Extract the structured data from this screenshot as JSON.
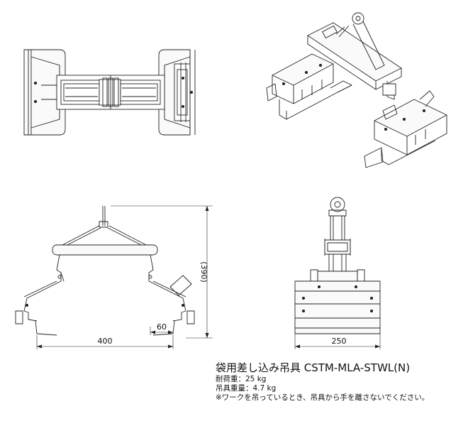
{
  "dimensions": {
    "height": "(390)",
    "span": "400",
    "offset": "60",
    "width": "250"
  },
  "product": {
    "title": "袋用差し込み吊具 CSTM-MLA-STWL(N)",
    "load_line": "耐荷重：25 kg",
    "weight_line": "吊具重量：4.7 kg",
    "warning": "※ワークを吊っているとき、吊具から手を離さないでください。"
  }
}
